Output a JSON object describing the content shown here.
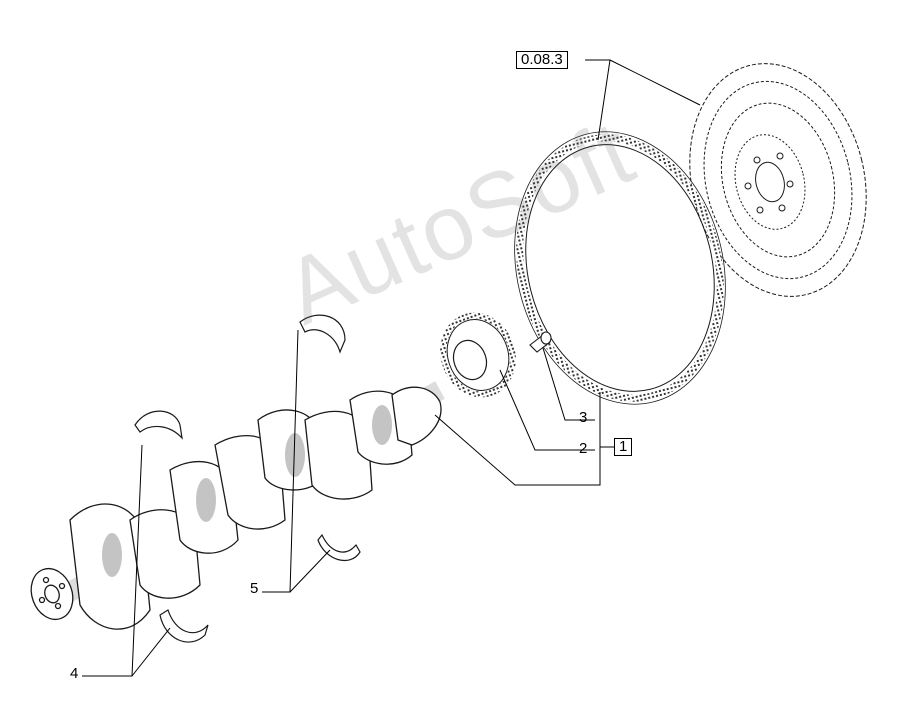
{
  "callouts": {
    "ref_assembly": "0.08.3",
    "item_1": "1",
    "item_2": "2",
    "item_3": "3",
    "item_4": "4",
    "item_5": "5"
  },
  "watermark": "AutoSoft",
  "colors": {
    "line": "#1a1a1a",
    "shade": "#555555",
    "watermark": "#505050"
  }
}
